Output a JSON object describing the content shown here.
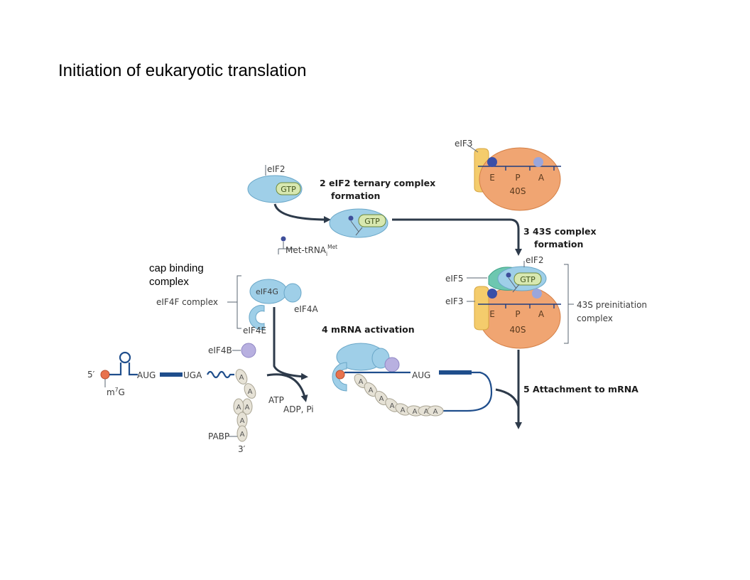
{
  "title": "Initiation of eukaryotic translation",
  "annotation": {
    "line1": "cap binding",
    "line2": "complex"
  },
  "labels": {
    "eif2_top": "eIF2",
    "gtp": "GTP",
    "met_trna": "Met-tRNA",
    "met_trna_sub": "i",
    "met_trna_sup": "Met",
    "eif3_top": "eIF3",
    "site_e": "E",
    "site_p": "P",
    "site_a": "A",
    "ribosome": "40S",
    "eif2_mid": "eIF2",
    "eif5": "eIF5",
    "eif3_mid": "eIF3",
    "preinit_1": "43S preinitiation",
    "preinit_2": "complex",
    "eif4g": "eIF4G",
    "eif4a": "eIF4A",
    "eif4e": "eIF4E",
    "eif4f": "eIF4F complex",
    "eif4b": "eIF4B",
    "five_prime": "5′",
    "m7g": "m",
    "m7g_sup": "7",
    "m7g_end": "G",
    "aug": "AUG",
    "uga": "UGA",
    "atp": "ATP",
    "adp": "ADP, Pi",
    "pabp": "PABP",
    "three_prime": "3′",
    "aug_right": "AUG",
    "poly_a": "A"
  },
  "steps": {
    "s2_line1": "2  eIF2 ternary complex",
    "s2_line2": "formation",
    "s3_line1": "3  43S complex",
    "s3_line2": "formation",
    "s4": "4  mRNA activation",
    "s5": "5  Attachment to mRNA"
  },
  "colors": {
    "arrow": "#2d3a4a",
    "ribosome": "#f0a572",
    "protein_blue": "#9fcfe8",
    "gtp": "#d8e8b0",
    "mrna": "#1f4e8c",
    "cap": "#e8734e",
    "eif4b": "#b8b0e0"
  }
}
